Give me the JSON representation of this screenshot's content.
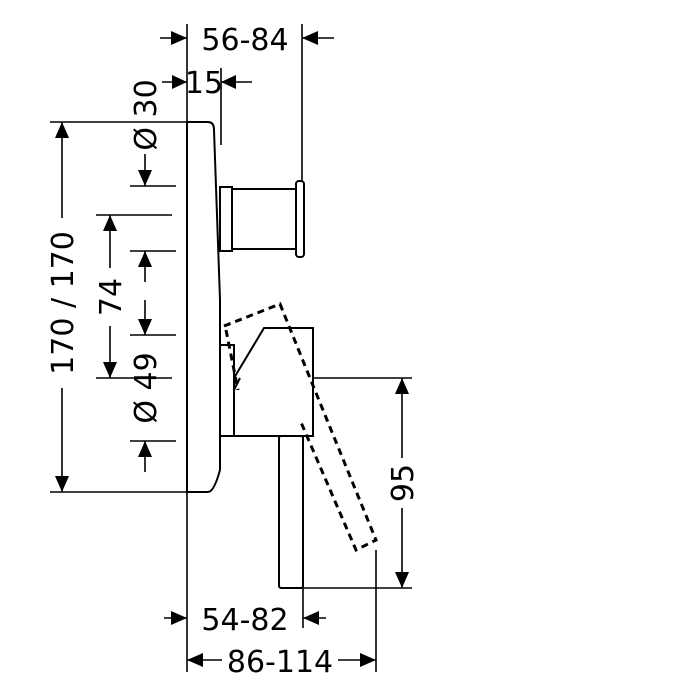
{
  "dimensions": {
    "top_overall": "56-84",
    "top_offset": "15",
    "diverter_diameter": "Ø 30",
    "plate_height": "170 / 170",
    "spacing": "74",
    "handle_diameter": "Ø 49",
    "lever_length": "95",
    "bottom_depth_short": "54-82",
    "bottom_depth_long": "86-114"
  }
}
